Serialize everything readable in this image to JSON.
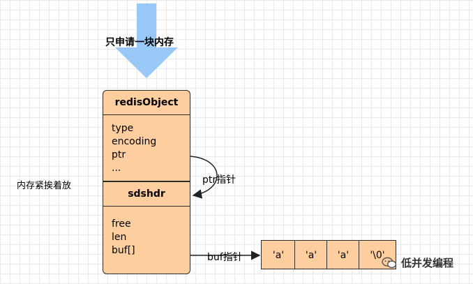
{
  "top_arrow": {
    "label": "只申请一块内存",
    "color": "#99c8f7"
  },
  "redis_object": {
    "title": "redisObject",
    "fields": [
      "type",
      "encoding",
      "ptr",
      "..."
    ]
  },
  "sdshdr": {
    "title": "sdshdr",
    "fields": [
      "free",
      "len",
      "buf[]"
    ]
  },
  "side_note": "内存紧挨着放",
  "ptr_pointer_label": "ptr指针",
  "buf_pointer_label": "buf指针",
  "buf_cells": [
    "'a'",
    "'a'",
    "'a'",
    "'\\0'"
  ],
  "watermark": {
    "text": "低并发编程",
    "icon": "wechat-icon"
  },
  "colors": {
    "box_fill": "#ffce9f",
    "border": "#2b2b2b",
    "arrow_blue": "#99c8f7"
  }
}
